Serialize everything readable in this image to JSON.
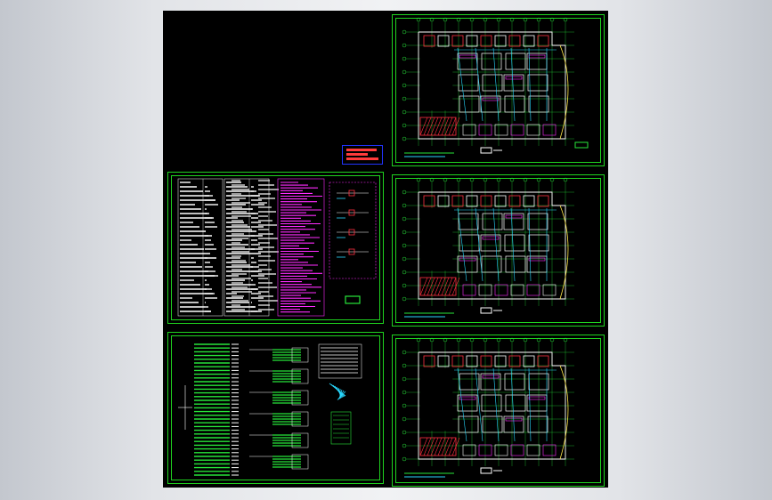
{
  "viewer": {
    "background_color": "#d4d7dd",
    "sheet_color": "#000000",
    "frame_color": "#1fd41f"
  },
  "sheets": [
    {
      "id": "cover",
      "content": "blank-with-title-stamp"
    },
    {
      "id": "design-notes",
      "content": "tables-and-notes"
    },
    {
      "id": "system-diagram",
      "content": "riser-diagrams"
    },
    {
      "id": "floor-plan-1",
      "content": "floor-plan"
    },
    {
      "id": "floor-plan-2",
      "content": "floor-plan"
    },
    {
      "id": "floor-plan-3",
      "content": "floor-plan"
    }
  ],
  "colors": {
    "walls": "#ffffff",
    "grid": "#27e63a",
    "red": "#ff3040",
    "magenta": "#ff2bff",
    "cyan": "#29d9ff",
    "yellow": "#ffe84a",
    "blue": "#2233ff"
  }
}
